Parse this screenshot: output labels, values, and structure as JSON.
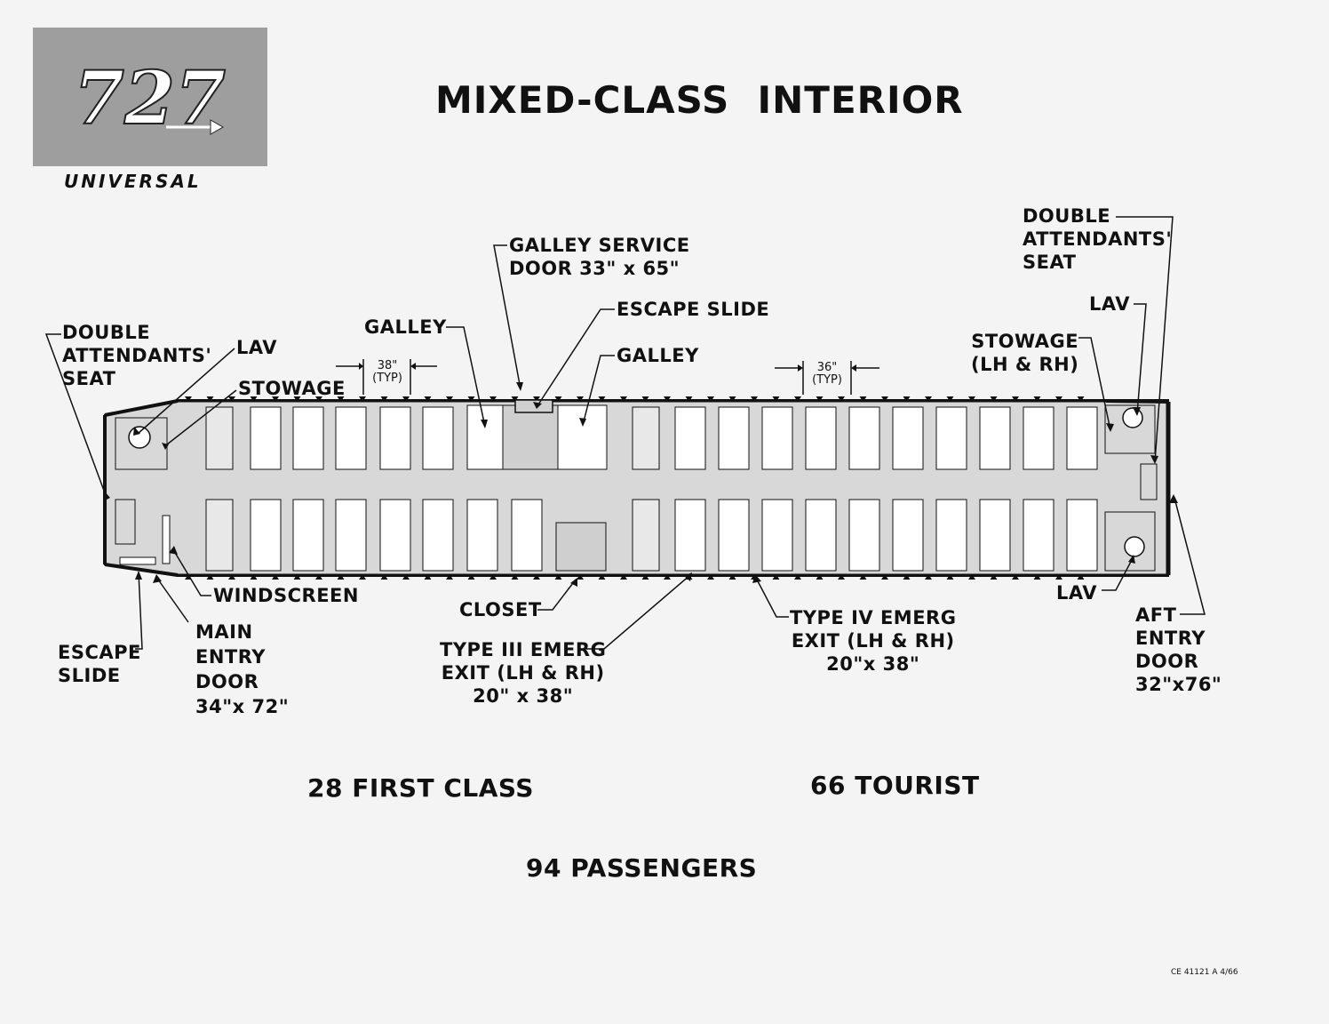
{
  "header": {
    "logo_text": "727",
    "logo_subtitle": "UNIVERSAL",
    "title": "MIXED-CLASS  INTERIOR"
  },
  "labels": {
    "double_attendants_seat_fwd": "DOUBLE\nATTENDANTS'\nSEAT",
    "lav_fwd": "LAV",
    "stowage_fwd": "STOWAGE",
    "galley_left": "GALLEY",
    "galley_service_door": "GALLEY SERVICE\nDOOR 33\" x 65\"",
    "escape_slide_top": "ESCAPE SLIDE",
    "galley_right": "GALLEY",
    "pitch_first": "38\"\n(TYP)",
    "pitch_tourist": "36\"\n(TYP)",
    "double_attendants_seat_aft": "DOUBLE\nATTENDANTS'\nSEAT",
    "lav_aft_top": "LAV",
    "stowage_aft": "STOWAGE\n(LH & RH)",
    "windscreen": "WINDSCREEN",
    "escape_slide_fwd": "ESCAPE\nSLIDE",
    "main_entry_door": "MAIN\nENTRY\nDOOR\n34\"x 72\"",
    "closet": "CLOSET",
    "type3_exit": "TYPE III EMERG\nEXIT (LH & RH)\n20\" x 38\"",
    "type4_exit": "TYPE IV EMERG\nEXIT (LH & RH)\n20\"x 38\"",
    "lav_aft_bottom": "LAV",
    "aft_entry_door": "AFT\nENTRY\nDOOR\n32\"x76\""
  },
  "summary": {
    "first_class": "28 FIRST CLASS",
    "tourist": "66 TOURIST",
    "total": "94 PASSENGERS"
  },
  "footer": {
    "doc_number": "CE 41121 A 4/66"
  },
  "colors": {
    "background": "#f3f4f3",
    "cabin_fill": "#d8d8d8",
    "logo_box": "#9e9e9e",
    "ink": "#111111"
  }
}
